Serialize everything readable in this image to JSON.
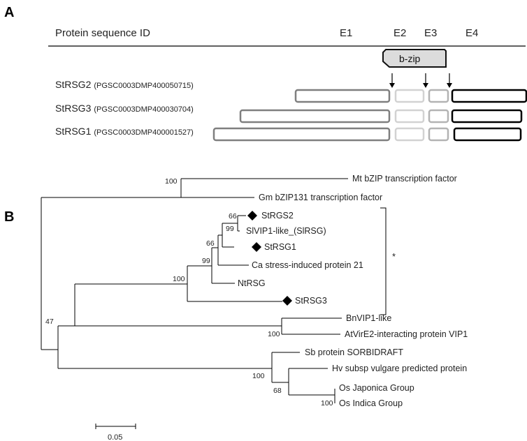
{
  "panel_a": {
    "letter": "A",
    "header_label": "Protein sequence ID",
    "exon_labels": [
      "E1",
      "E2",
      "E3",
      "E4"
    ],
    "domain_label": "b-zip",
    "proteins": [
      {
        "name": "StRSG2",
        "id": "(PGSC0003DMP400050715)"
      },
      {
        "name": "StRSG3",
        "id": "(PGSC0003DMP400030704)"
      },
      {
        "name": "StRSG1",
        "id": "(PGSC0003DMP400001527)"
      }
    ]
  },
  "panel_b": {
    "letter": "B",
    "leaves": [
      {
        "label": "Mt bZIP transcription factor",
        "marker": false
      },
      {
        "label": "Gm bZIP131 transcription factor",
        "marker": false
      },
      {
        "label": "StRGS2",
        "marker": true
      },
      {
        "label": "SlVIP1-like_(SlRSG)",
        "marker": false
      },
      {
        "label": "StRSG1",
        "marker": true
      },
      {
        "label": "Ca stress-induced protein 21",
        "marker": false
      },
      {
        "label": "NtRSG",
        "marker": false
      },
      {
        "label": "StRSG3",
        "marker": true
      },
      {
        "label": "BnVIP1-like",
        "marker": false
      },
      {
        "label": "AtVirE2-interacting protein VIP1",
        "marker": false
      },
      {
        "label": "Sb protein SORBIDRAFT",
        "marker": false
      },
      {
        "label": "Hv subsp vulgare predicted protein",
        "marker": false
      },
      {
        "label": "Os Japonica Group",
        "marker": false
      },
      {
        "label": "Os Indica Group",
        "marker": false
      }
    ],
    "bootstrap": [
      "100",
      "66",
      "99",
      "66",
      "99",
      "100",
      "47",
      "100",
      "100",
      "68",
      "100"
    ],
    "clade_mark": "*",
    "scale_label": "0.05"
  }
}
